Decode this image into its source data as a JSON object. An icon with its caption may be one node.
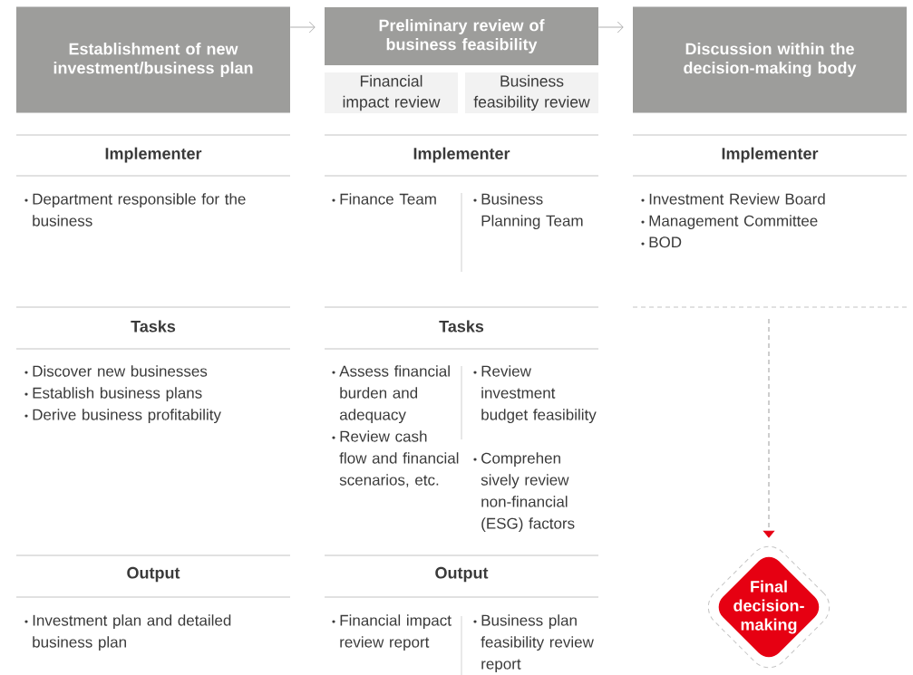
{
  "diagram": {
    "nodes": [
      {
        "text": [
          "Establishment of new investment/business plan"
        ]
      },
      {
        "text": [
          "Preliminary review of business feasibility"
        ]
      },
      {
        "text": [
          "Financial impact review"
        ]
      },
      {
        "text": [
          "Business feasibility review"
        ]
      },
      {
        "text": [
          "Discussion within the decision-making body"
        ]
      },
      {
        "text": [
          "Final decision-making"
        ]
      }
    ],
    "edges": [
      {
        "from": 0,
        "to": 1,
        "arrow": "to"
      },
      {
        "from": 1,
        "to": 4,
        "arrow": "to"
      },
      {
        "from": null,
        "to": 5,
        "arrow": "to",
        "style": "dashed"
      }
    ],
    "labels": [
      "Implementer",
      "Implementer",
      "Implementer",
      "Department responsible for the business",
      "Finance Team",
      "Business Planning Team",
      "Investment Review Board",
      "Management Committee",
      "BOD",
      "Tasks",
      "Tasks",
      "Discover new businesses",
      "Establish business plans",
      "Derive business profitability",
      "Assess financial burden and adequacy",
      "Review cash flow and financial scenarios, etc.",
      "Review investment budget feasibility",
      "Comprehen sively review non-financial (ESG) factors",
      "Output",
      "Output",
      "Investment plan and detailed business plan",
      "Financial impact review report",
      "Business plan feasibility review report"
    ]
  }
}
